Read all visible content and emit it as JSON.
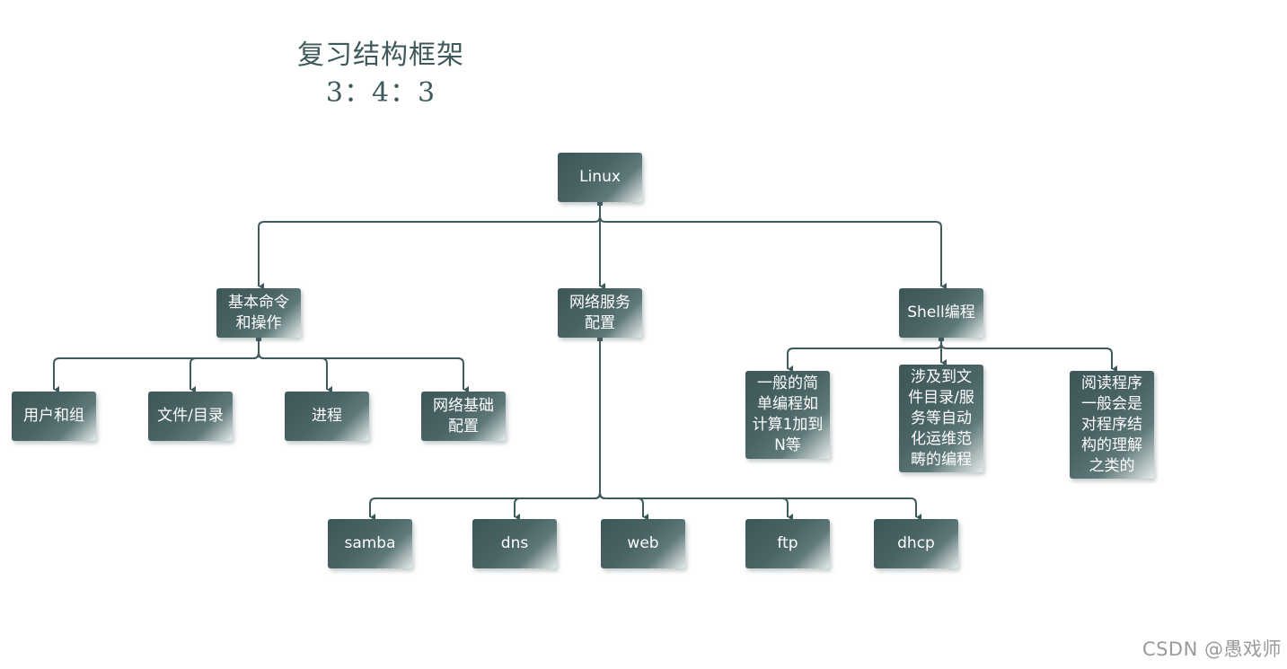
{
  "title": {
    "line1": "复习结构框架",
    "line2": "3：4：3"
  },
  "colors": {
    "connector": "#3f5a5c",
    "node_dark": "#3d5759",
    "title": "#3f5a5c",
    "watermark": "#9a9a9a"
  },
  "diagram": {
    "root": {
      "id": "linux",
      "label": "Linux"
    },
    "level1": [
      {
        "id": "basic",
        "label": "基本命令\n和操作"
      },
      {
        "id": "network",
        "label": "网络服务\n配置"
      },
      {
        "id": "shell",
        "label": "Shell编程"
      }
    ],
    "basic_children": [
      {
        "id": "users",
        "label": "用户和组"
      },
      {
        "id": "files",
        "label": "文件/目录"
      },
      {
        "id": "process",
        "label": "进程"
      },
      {
        "id": "netbase",
        "label": "网络基础\n配置"
      }
    ],
    "network_children": [
      {
        "id": "samba",
        "label": "samba"
      },
      {
        "id": "dns",
        "label": "dns"
      },
      {
        "id": "web",
        "label": "web"
      },
      {
        "id": "ftp",
        "label": "ftp"
      },
      {
        "id": "dhcp",
        "label": "dhcp"
      }
    ],
    "shell_children": [
      {
        "id": "shell1",
        "label": "一般的简\n单编程如\n计算1加到\nN等"
      },
      {
        "id": "shell2",
        "label": "涉及到文\n件目录/服\n务等自动\n化运维范\n畴的编程"
      },
      {
        "id": "shell3",
        "label": "阅读程序\n一般会是\n对程序结\n构的理解\n之类的"
      }
    ],
    "edges": [
      [
        "linux",
        "basic"
      ],
      [
        "linux",
        "network"
      ],
      [
        "linux",
        "shell"
      ],
      [
        "basic",
        "users"
      ],
      [
        "basic",
        "files"
      ],
      [
        "basic",
        "process"
      ],
      [
        "basic",
        "netbase"
      ],
      [
        "network",
        "samba"
      ],
      [
        "network",
        "dns"
      ],
      [
        "network",
        "web"
      ],
      [
        "network",
        "ftp"
      ],
      [
        "network",
        "dhcp"
      ],
      [
        "shell",
        "shell1"
      ],
      [
        "shell",
        "shell2"
      ],
      [
        "shell",
        "shell3"
      ]
    ]
  },
  "watermark": "CSDN @愚戏师"
}
